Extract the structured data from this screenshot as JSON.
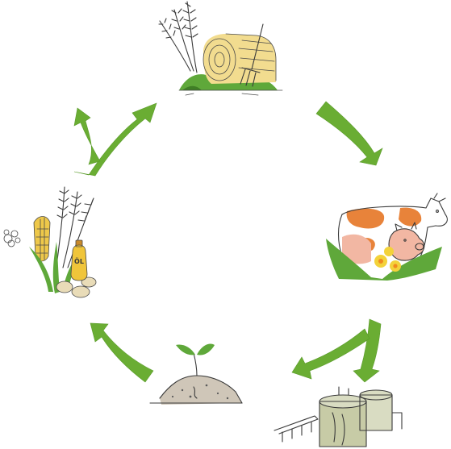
{
  "diagram": {
    "type": "circular-cycle",
    "nodes": [
      {
        "id": "hay",
        "icon": "hay-bale-and-grain-icon"
      },
      {
        "id": "livestock",
        "icon": "cow-and-pig-icon"
      },
      {
        "id": "biogas",
        "icon": "biogas-plant-icon"
      },
      {
        "id": "soil",
        "icon": "seedling-in-soil-icon"
      },
      {
        "id": "crops",
        "icon": "crops-and-oil-icon"
      }
    ],
    "edges": [
      {
        "from": "hay",
        "to": "livestock"
      },
      {
        "from": "livestock",
        "to": "biogas"
      },
      {
        "from": "livestock",
        "to": "soil"
      },
      {
        "from": "soil",
        "to": "crops"
      },
      {
        "from": "crops",
        "to": "hay"
      }
    ],
    "colors": {
      "arrow": "#6aad33",
      "grass": "#5fa83a",
      "hay": "#f2dc8f",
      "cow_spots": "#e8833a",
      "pig": "#f2b7a3",
      "flower": "#f3d23a",
      "oil": "#f0c53a",
      "soil": "#cfc6b8",
      "tank": "#d9dcc2"
    }
  },
  "crops_illustration": {
    "bottle_label": "ÖL"
  }
}
